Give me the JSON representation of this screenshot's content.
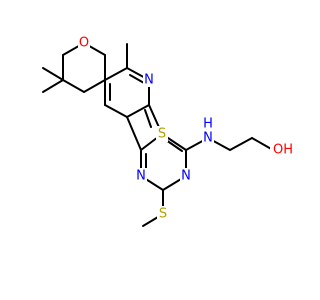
{
  "molecule": {
    "colors": {
      "bond": "#000000",
      "oxygen": "#ff0000",
      "nitrogen": "#0000ff",
      "sulfur": "#b2a200",
      "background": "#ffffff"
    },
    "atoms": {
      "o_ring": "O",
      "n_pyridine": "N",
      "s_thiophene": "S",
      "n_pyr_left": "N",
      "n_pyr_bottom": "N",
      "s_methylthio": "S",
      "n_amine": "N",
      "h_amine": "H",
      "oh": "OH"
    }
  }
}
